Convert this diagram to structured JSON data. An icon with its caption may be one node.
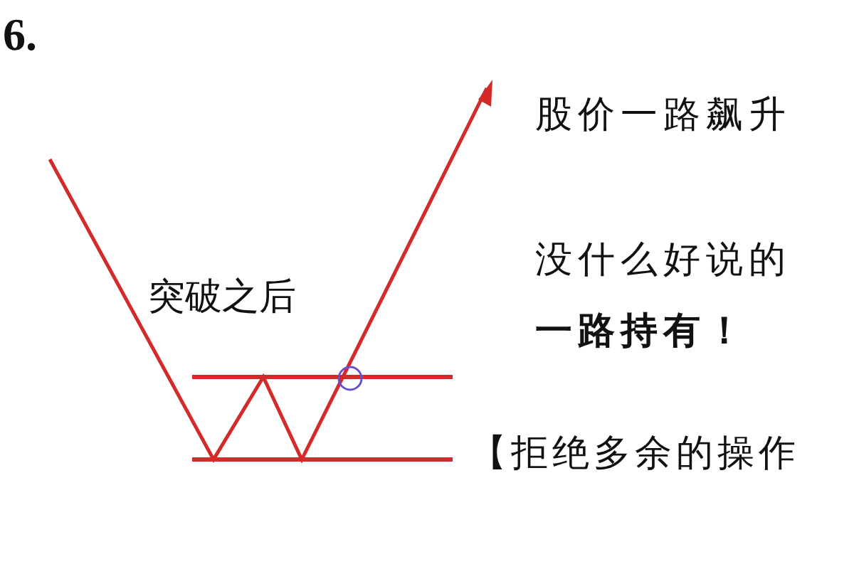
{
  "diagram": {
    "labels": [
      "6.",
      "突破之后",
      "股价一路飙升",
      "没什么好说的",
      "一路持有！",
      "【拒绝多余的操作"
    ]
  }
}
